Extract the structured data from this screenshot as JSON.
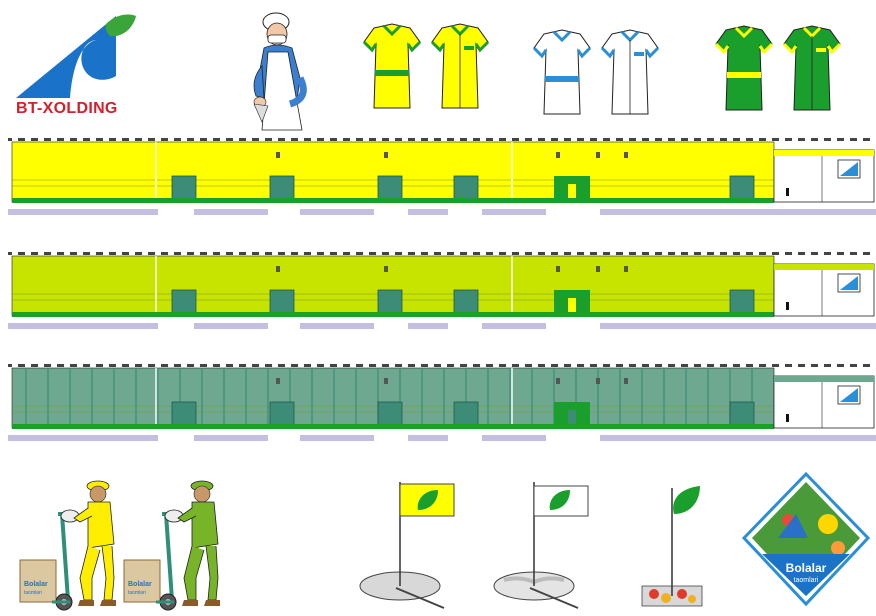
{
  "logo": {
    "text": "BT-XOLDING",
    "text_color": "#d4202a",
    "triangle_color": "#1a73c8",
    "leaf_color": "#3aa63a",
    "icon": "bt-xolding-logo-icon"
  },
  "palette": {
    "yellow": "#ffff00",
    "lime": "#c6e400",
    "green": "#1a9e2c",
    "teal": "#3c8c78",
    "teal_light": "#6fa890",
    "blue": "#2a8fd6",
    "lavender": "#c4bfe0",
    "white": "#ffffff",
    "outline": "#222222"
  },
  "worker": {
    "icon": "food-worker-icon"
  },
  "uniforms": [
    {
      "name": "uniform-yellow",
      "body": "#ffff00",
      "trim": "#1a9e2c",
      "icon": "uniform-shirt-icon"
    },
    {
      "name": "uniform-white",
      "body": "#ffffff",
      "trim": "#2a8fd6",
      "icon": "uniform-shirt-icon"
    },
    {
      "name": "uniform-green",
      "body": "#1a9e2c",
      "trim": "#ffff00",
      "icon": "uniform-shirt-icon"
    }
  ],
  "facades": [
    {
      "name": "facade-yellow",
      "wall": "#ffff00",
      "stripe": "#1a9e2c",
      "vertical_panels": false
    },
    {
      "name": "facade-lime",
      "wall": "#c6e400",
      "stripe": "#1a9e2c",
      "vertical_panels": false
    },
    {
      "name": "facade-teal",
      "wall": "#6fa890",
      "stripe": "#1a9e2c",
      "vertical_panels": true
    }
  ],
  "loaders": [
    {
      "name": "loader-yellow",
      "suit": "#ffee00",
      "icon": "hand-truck-worker-icon",
      "box_text_1": "Bolalar",
      "box_text_2": "taomlari"
    },
    {
      "name": "loader-green",
      "suit": "#78b428",
      "icon": "hand-truck-worker-icon",
      "box_text_1": "Bolalar",
      "box_text_2": "taomlari"
    }
  ],
  "flags": [
    {
      "name": "flag-yellow",
      "flag": "#ffff00",
      "icon": "leaf-flag-icon"
    },
    {
      "name": "flag-white",
      "flag": "#ffffff",
      "icon": "leaf-flag-icon"
    },
    {
      "name": "flag-green",
      "flag": "#1a9e2c",
      "icon": "leaf-flag-icon"
    }
  ],
  "badge": {
    "title": "Bolalar",
    "subtitle": "taomlari",
    "icon": "bolalar-taomlari-badge-icon"
  }
}
